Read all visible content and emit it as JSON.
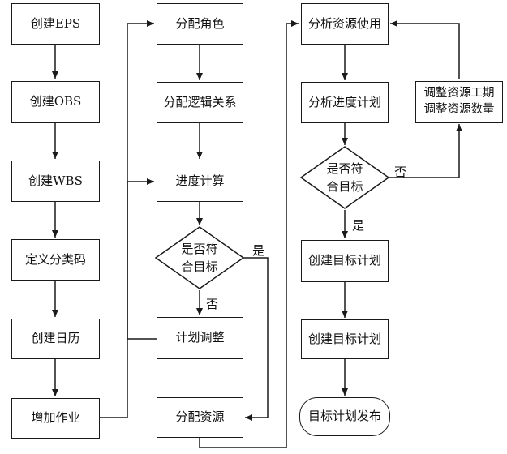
{
  "col1": [
    "创建EPS",
    "创建OBS",
    "创建WBS",
    "定义分类码",
    "创建日历",
    "增加作业"
  ],
  "col2": {
    "assign_role": "分配角色",
    "assign_logic": "分配逻辑关系",
    "schedule_calc": "进度计算",
    "decision": "是否符\n合目标",
    "adjust_plan": "计划调整",
    "assign_resource": "分配资源",
    "yes": "是",
    "no": "否"
  },
  "col3": {
    "analyze_resource": "分析资源使用",
    "analyze_schedule": "分析进度计划",
    "decision": "是否符\n合目标",
    "create_target_1": "创建目标计划",
    "create_target_2": "创建目标计划",
    "publish": "目标计划发布",
    "yes": "是",
    "no": "否"
  },
  "col4": {
    "adjust_resource": "调整资源工期\n调整资源数量"
  }
}
